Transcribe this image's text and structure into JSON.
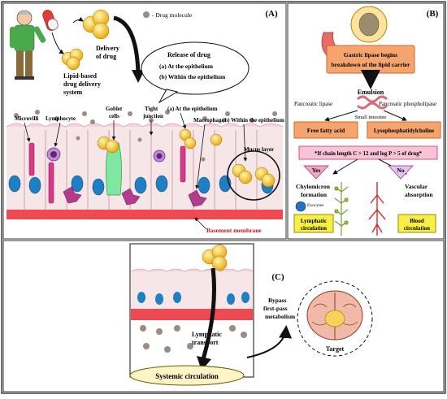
{
  "panels": {
    "a": {
      "label": "(A)",
      "legend_text": "- Drug molecule",
      "carrier_label": [
        "Lipid-based",
        "drug delivery",
        "system"
      ],
      "delivery_label": [
        "Delivery",
        "of drug"
      ],
      "release_bubble": {
        "title": "Release of drug",
        "items": [
          "(a)  At the epithelium",
          "(b)  Within the epithelium"
        ]
      },
      "labels": {
        "microvilli": "Microvilli",
        "lymphocyte": "Lymphocyte",
        "goblet": [
          "Goblet",
          "cells"
        ],
        "tight": [
          "Tight",
          "junction"
        ],
        "at_epithelium": "(a) At the epithelium",
        "macrophages": "Macrophages",
        "within_epithelium": "(b) Within the epithelium",
        "mucus": "Mucus layer",
        "basement": "Basement membrane"
      }
    },
    "b": {
      "label": "(B)",
      "gastric_box": [
        "Gastric lipase begins",
        "breakdown of the lipid carrier"
      ],
      "emulsion": "Emulsion",
      "pancreatic_lipase": "Pancreatic lipase",
      "pancreatic_phospholipase": "Pancreatic phospholipase",
      "small_intestine": "Small intestine",
      "free_fatty_acid": "Free fatty acid",
      "lyso": "Lysophosphatidylcholine",
      "condition": "*If chain length C > 12 and log P > 5 of drug*",
      "yes": "Yes",
      "no": "No",
      "chylomicron": [
        "Chylomicron",
        "formation"
      ],
      "exocytes": "Exocytes",
      "vascular": [
        "Vascular",
        "absorption"
      ],
      "lymphatic_circ": [
        "Lymphatic",
        "circulation"
      ],
      "blood_circ": [
        "Blood",
        "circulation"
      ]
    },
    "c": {
      "label": "(C)",
      "lymphatic_transport": [
        "Lymphatic",
        "transport"
      ],
      "systemic": "Systemic circulation",
      "bypass": [
        "Bypass",
        "first-pass",
        "metabolism"
      ],
      "target": "Target"
    }
  },
  "colors": {
    "orange_box": "#f4a46c",
    "orange_border": "#d9632a",
    "yellow_box": "#f7ef45",
    "pink_box": "#f6c4d4",
    "pink_border": "#d64f8a",
    "yes_fill": "#f0a6c6",
    "no_fill": "#e6c3ef",
    "drug_yellow": "#f4c21e",
    "epithelium": "#f6e6e8",
    "basement": "#ee4a54",
    "nucleus": "#1f7fc4",
    "goblet": "#7fe7a0",
    "villus_pink": "#d83a8a",
    "systemic_fill": "#fbf5c8"
  },
  "icons": [
    "person-icon",
    "pill-capsule-icon",
    "drug-particle-icon",
    "stomach-icon",
    "intestine-icon",
    "lymph-vessel-icon",
    "blood-vessel-icon",
    "brain-icon",
    "macrophage-icon",
    "lymphocyte-icon"
  ]
}
